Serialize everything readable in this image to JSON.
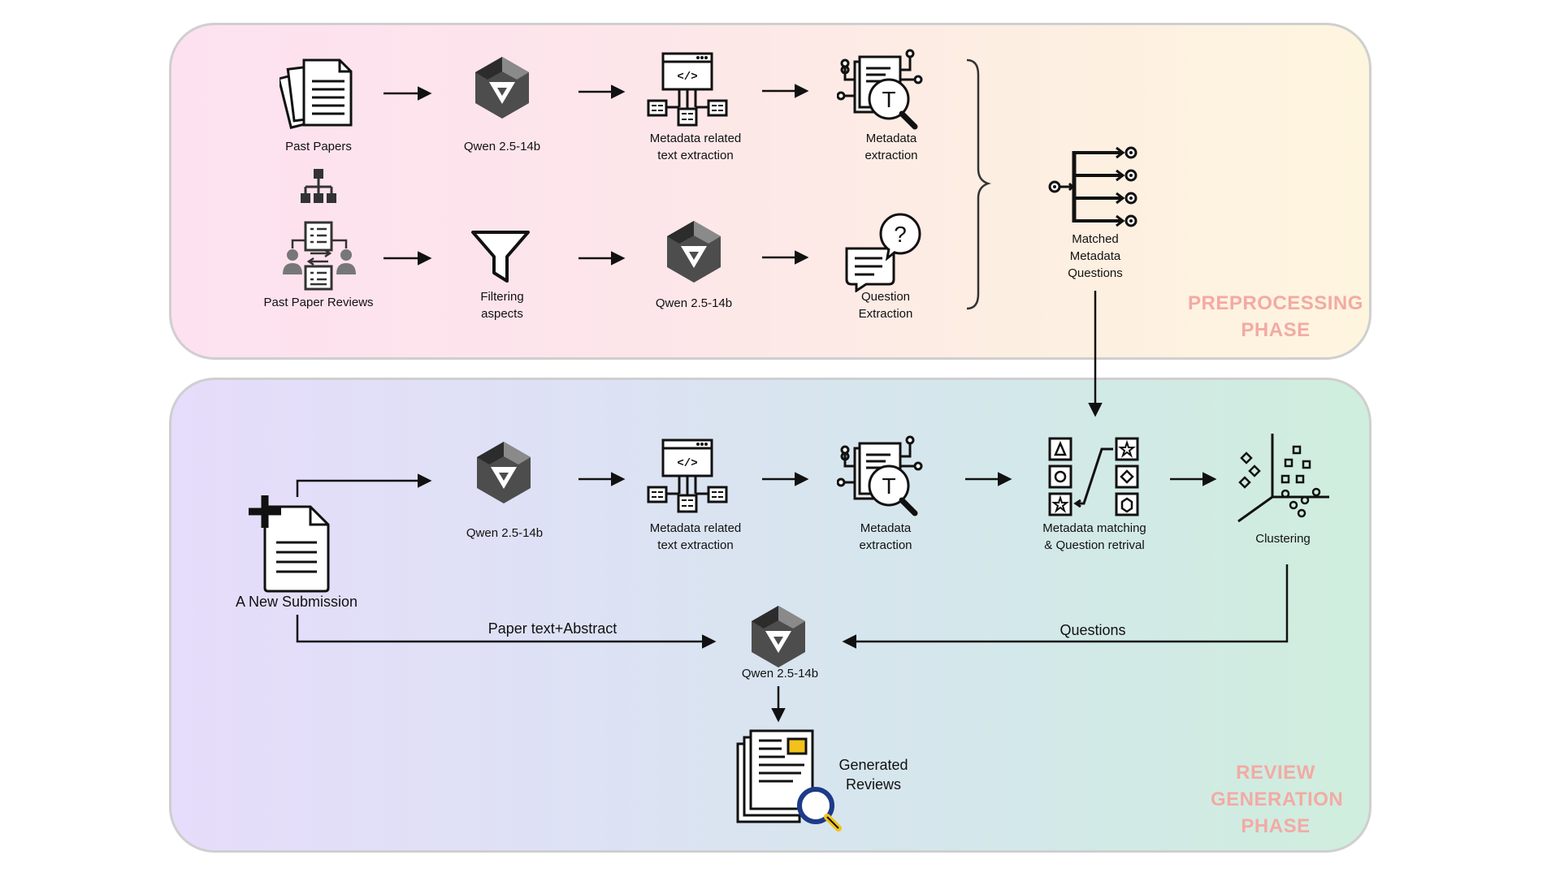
{
  "phases": {
    "preprocessing": "PREPROCESSING\nPHASE",
    "review_generation": "REVIEW\nGENERATION\nPHASE"
  },
  "preprocessing": {
    "past_papers": "Past Papers",
    "qwen_top": "Qwen 2.5-14b",
    "meta_text_extraction": "Metadata related\ntext extraction",
    "metadata_extraction": "Metadata\nextraction",
    "past_paper_reviews": "Past Paper Reviews",
    "filtering_aspects": "Filtering\naspects",
    "qwen_bottom": "Qwen 2.5-14b",
    "question_extraction": "Question\nExtraction",
    "matched_questions": "Matched\nMetadata\nQuestions"
  },
  "review": {
    "new_submission": "A New Submission",
    "qwen": "Qwen 2.5-14b",
    "meta_text_extraction": "Metadata related\ntext extraction",
    "metadata_extraction": "Metadata\nextraction",
    "matching": "Metadata matching\n& Question retrival",
    "clustering": "Clustering",
    "paper_text_label": "Paper text+Abstract",
    "questions_label": "Questions",
    "qwen_final": "Qwen 2.5-14b",
    "generated_reviews": "Generated\nReviews"
  },
  "colors": {
    "phase_label": "#f3aaa4",
    "preprocessing_gradient": [
      "#fde1f0",
      "#fef5df"
    ],
    "review_gradient": [
      "#e6dcfb",
      "#cfeedd"
    ],
    "accent_yellow": "#f2c21b",
    "accent_blue": "#1d3a8a"
  }
}
